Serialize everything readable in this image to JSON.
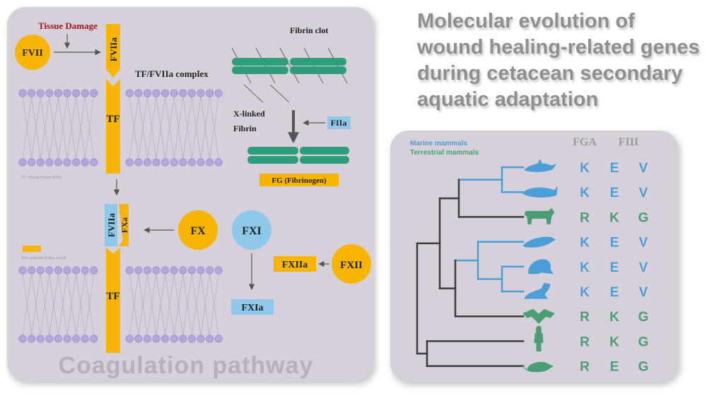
{
  "title": {
    "lines": [
      "Molecular evolution of",
      "wound healing-related genes",
      "during cetacean secondary",
      "aquatic adaptation"
    ]
  },
  "coagulation": {
    "tissue_damage": "Tissue Damage",
    "fvii": "FVII",
    "fviia": "FVIIa",
    "complex_label": "TF/FVIIa complex",
    "tf_top": "TF",
    "tf_bottom": "TF",
    "tf_note": "TF: Tissue Factor  (FIII)",
    "fviia_lower": "FVIIa",
    "fxa": "FXa",
    "fx": "FX",
    "fxi": "FXI",
    "fxiia": "FXIIa",
    "fxii": "FXII",
    "fxia": "FXIa",
    "key_note": "Key proteins in this article",
    "fibrin_clot": "Fibrin clot",
    "xlinked": "X-linked",
    "fibrin": "Fibrin",
    "fiia": "FIIa",
    "fg": "FG (Fibrinogen)",
    "watermark": "Coagulation pathway"
  },
  "tree": {
    "legend_marine": "Marine mammals",
    "legend_terrestrial": "Terrestrial mammals",
    "col_fga": "FGA",
    "col_fiii": "FIII",
    "rows": [
      {
        "taxon": "dolphin-icon",
        "group": "marine",
        "aa": [
          "K",
          "E",
          "V"
        ]
      },
      {
        "taxon": "whale-icon",
        "group": "marine",
        "aa": [
          "K",
          "E",
          "V"
        ]
      },
      {
        "taxon": "cow-icon",
        "group": "terrestrial",
        "aa": [
          "R",
          "K",
          "G"
        ]
      },
      {
        "taxon": "seal-icon",
        "group": "marine",
        "aa": [
          "K",
          "E",
          "V"
        ]
      },
      {
        "taxon": "walrus-icon",
        "group": "marine",
        "aa": [
          "K",
          "E",
          "V"
        ]
      },
      {
        "taxon": "sea-lion-icon",
        "group": "marine",
        "aa": [
          "K",
          "E",
          "V"
        ]
      },
      {
        "taxon": "bat-icon",
        "group": "terrestrial",
        "aa": [
          "R",
          "K",
          "G"
        ]
      },
      {
        "taxon": "human-icon",
        "group": "terrestrial",
        "aa": [
          "R",
          "K",
          "G"
        ]
      },
      {
        "taxon": "rodent-icon",
        "group": "terrestrial",
        "aa": [
          "R",
          "E",
          "G"
        ]
      }
    ]
  },
  "colors": {
    "panel": "#d6d0db",
    "orange": "#f7b500",
    "blue_box": "#8ec8ea",
    "fibrin": "#2e9d7e",
    "marine": "#4b9fd6",
    "terrestrial": "#4b9e73",
    "title": "#8f8f8f",
    "tissue_damage": "#a0171b"
  }
}
